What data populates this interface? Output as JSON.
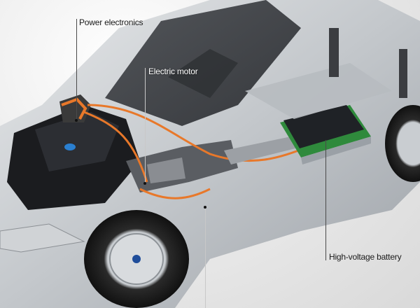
{
  "image": {
    "subject": "Cutaway illustration of a plug-in hybrid sedan drivetrain",
    "background_color": "#ececec",
    "car_body_color": "#c9ccd0",
    "hv_cable_color": "#e8782a",
    "battery_board_color": "#2f8a3c"
  },
  "callouts": [
    {
      "id": "power-electronics",
      "label": "Power electronics"
    },
    {
      "id": "electric-motor",
      "label": "Electric motor"
    },
    {
      "id": "high-voltage-battery",
      "label": "High-voltage battery"
    },
    {
      "id": "unlabeled-bottom",
      "label": ""
    }
  ]
}
